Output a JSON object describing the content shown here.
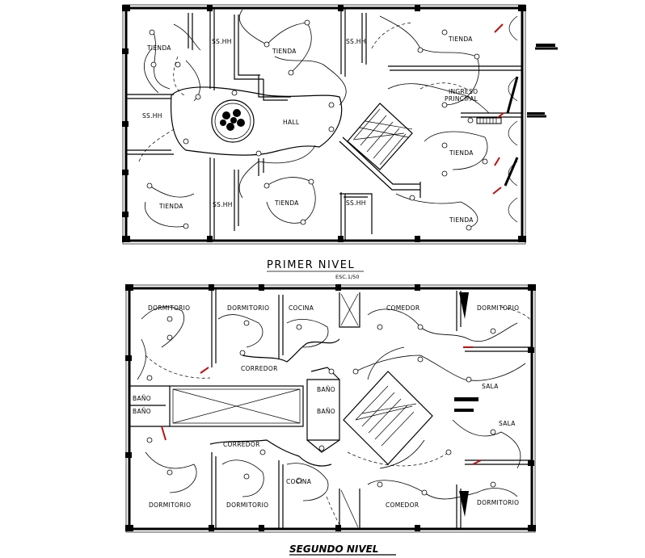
{
  "plans": [
    {
      "id": "primer",
      "title": "PRIMER NIVEL",
      "scale": "ESC.1/50",
      "rooms": {
        "tienda_tl": "TIENDA",
        "sshh_tl": "SS.HH",
        "tienda_tc": "TIENDA",
        "sshh_tc": "SS.HH",
        "tienda_tr": "TIENDA",
        "ingreso": "INGRESO",
        "principal": "PRINCIPAL",
        "sshh_l": "SS.HH",
        "hall": "HALL",
        "tienda_r": "TIENDA",
        "tienda_bl": "TIENDA",
        "sshh_bl": "SS.HH",
        "tienda_bc": "TIENDA",
        "sshh_bc": "SS.HH",
        "tienda_br": "TIENDA"
      }
    },
    {
      "id": "segundo",
      "title": "SEGUNDO NIVEL",
      "rooms": {
        "dorm_tl": "DORMITORIO",
        "dorm_tc": "DORMITORIO",
        "cocina_t": "COCINA",
        "comedor_t": "COMEDOR",
        "dorm_tr": "DORMITORIO",
        "corredor_t": "CORREDOR",
        "bano_l1": "BAÑO",
        "bano_l2": "BAÑO",
        "bano_c1": "BAÑO",
        "bano_c2": "BAÑO",
        "sala_1": "SALA",
        "sala_2": "SALA",
        "corredor_b": "CORREDOR",
        "cocina_b": "COCINA",
        "dorm_bl": "DORMITORIO",
        "dorm_bc": "DORMITORIO",
        "comedor_b": "COMEDOR",
        "dorm_br": "DORMITORIO"
      }
    }
  ],
  "colors": {
    "ink": "#000000",
    "paper": "#ffffff",
    "accent": "#b11111"
  }
}
